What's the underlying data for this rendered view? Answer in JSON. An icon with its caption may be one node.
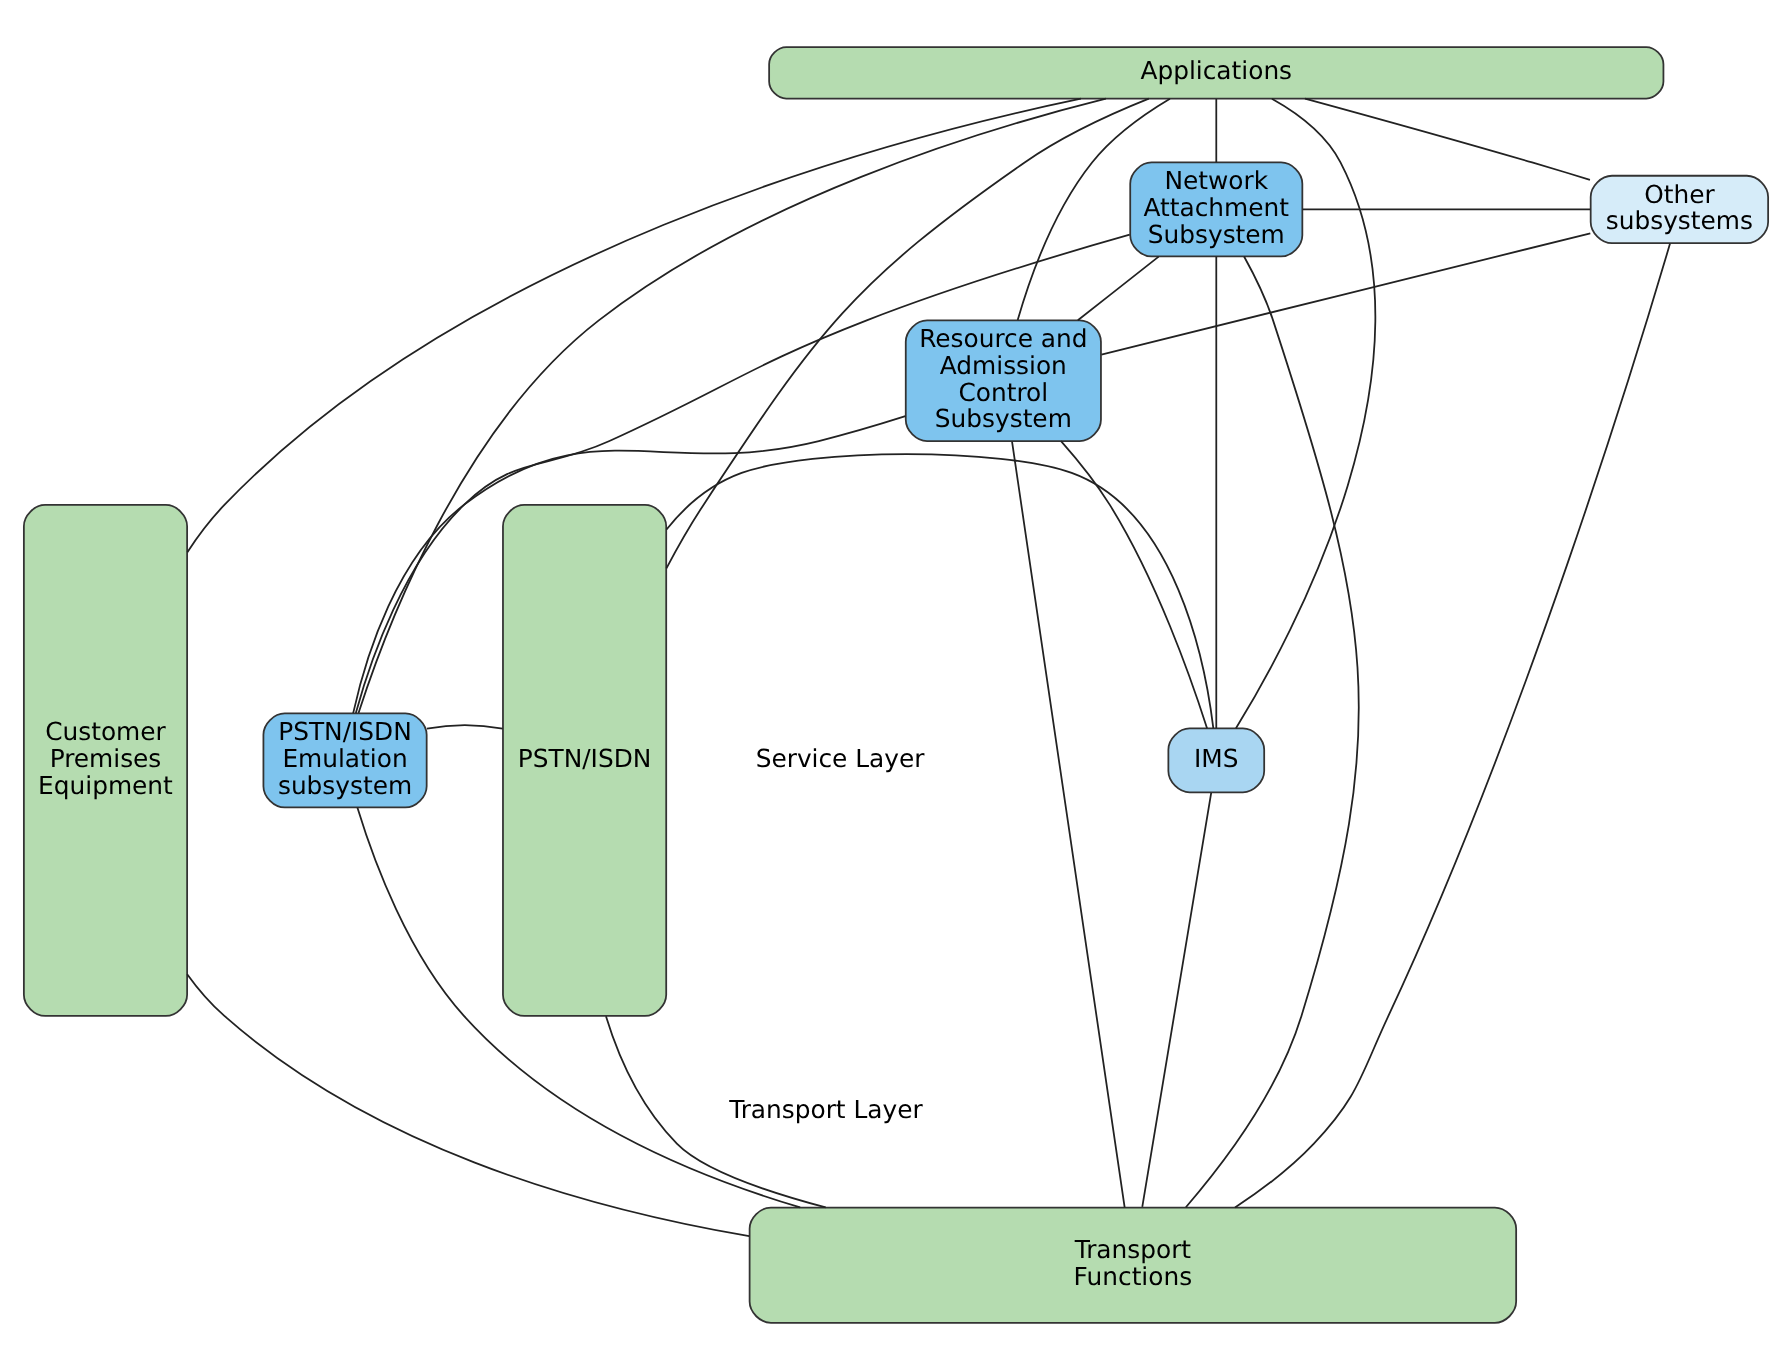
{
  "diagram": {
    "nodes": [
      {
        "text": [
          "Customer Premises Equipment"
        ]
      },
      {
        "text": [
          "Applications"
        ]
      },
      {
        "text": [
          "PSTN/ISDN"
        ]
      },
      {
        "text": [
          "Other subsystems"
        ]
      },
      {
        "text": [
          "IMS"
        ]
      },
      {
        "text": [
          "Network Attachment Subsystem"
        ]
      },
      {
        "text": [
          "PSTN/ISDN Emulation subsystem"
        ]
      },
      {
        "text": [
          "Resource and Admission Control Subsystem"
        ]
      },
      {
        "text": [
          "Transport Functions"
        ]
      }
    ],
    "edges": [
      {
        "from": 0,
        "to": 1,
        "arrow": "none"
      },
      {
        "from": 0,
        "to": 8,
        "arrow": "none"
      },
      {
        "from": 1,
        "to": 2,
        "arrow": "none"
      },
      {
        "from": 8,
        "to": 2,
        "arrow": "none"
      },
      {
        "from": 1,
        "to": 5,
        "arrow": "none"
      },
      {
        "from": 1,
        "to": 7,
        "arrow": "none"
      },
      {
        "from": 1,
        "to": 6,
        "arrow": "none"
      },
      {
        "from": 1,
        "to": 4,
        "arrow": "none"
      },
      {
        "from": 1,
        "to": 3,
        "arrow": "none"
      },
      {
        "from": 5,
        "to": 3,
        "arrow": "none"
      },
      {
        "from": 5,
        "to": 4,
        "arrow": "none"
      },
      {
        "from": 5,
        "to": 6,
        "arrow": "none"
      },
      {
        "from": 5,
        "to": 7,
        "arrow": "none"
      },
      {
        "from": 4,
        "to": 2,
        "arrow": "none"
      },
      {
        "from": 6,
        "to": 2,
        "arrow": "none"
      },
      {
        "from": 7,
        "to": 6,
        "arrow": "none"
      },
      {
        "from": 7,
        "to": 4,
        "arrow": "none"
      },
      {
        "from": 7,
        "to": 3,
        "arrow": "none"
      },
      {
        "from": 5,
        "to": 8,
        "arrow": "none"
      },
      {
        "from": 7,
        "to": 8,
        "arrow": "none"
      },
      {
        "from": 6,
        "to": 8,
        "arrow": "none"
      },
      {
        "from": 4,
        "to": 8,
        "arrow": "none"
      },
      {
        "from": 3,
        "to": 8,
        "arrow": "none"
      }
    ],
    "labels": [
      "Service Layer",
      "Transport Layer"
    ]
  }
}
